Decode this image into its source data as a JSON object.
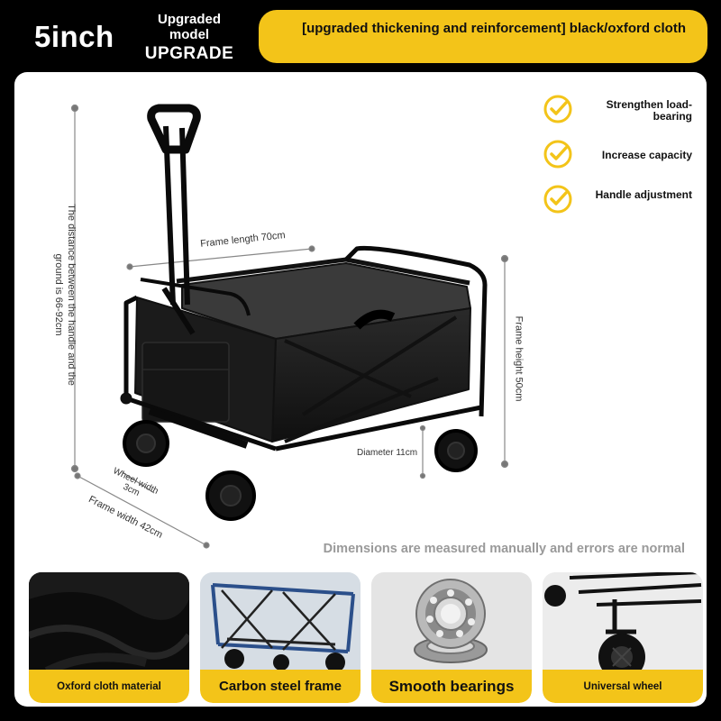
{
  "header": {
    "size_label": "5inch",
    "badge": {
      "line1": "Upgraded",
      "line2": "model",
      "line3": "UPGRADE"
    },
    "banner_text": "[upgraded thickening and reinforcement] black/oxford cloth"
  },
  "features": [
    {
      "label": "Strengthen load-bearing",
      "icon": "check-circle-icon"
    },
    {
      "label": "Increase capacity",
      "icon": "check-circle-icon"
    },
    {
      "label": "Handle adjustment",
      "icon": "check-circle-icon"
    }
  ],
  "dimensions": {
    "handle_height": "The distance between the handle and the ground is 66-92cm",
    "frame_length": "Frame length 70cm",
    "frame_height": "Frame height 50cm",
    "wheel_diameter": "Diameter 11cm",
    "wheel_width": "Wheel width 3cm",
    "frame_width": "Frame width 42cm"
  },
  "note": "Dimensions are measured manually and errors are normal",
  "cards": [
    {
      "caption": "Oxford cloth material"
    },
    {
      "caption": "Carbon steel frame"
    },
    {
      "caption": "Smooth bearings"
    },
    {
      "caption": "Universal wheel"
    }
  ],
  "colors": {
    "accent": "#f3c419",
    "background": "#000000",
    "panel": "#ffffff"
  }
}
